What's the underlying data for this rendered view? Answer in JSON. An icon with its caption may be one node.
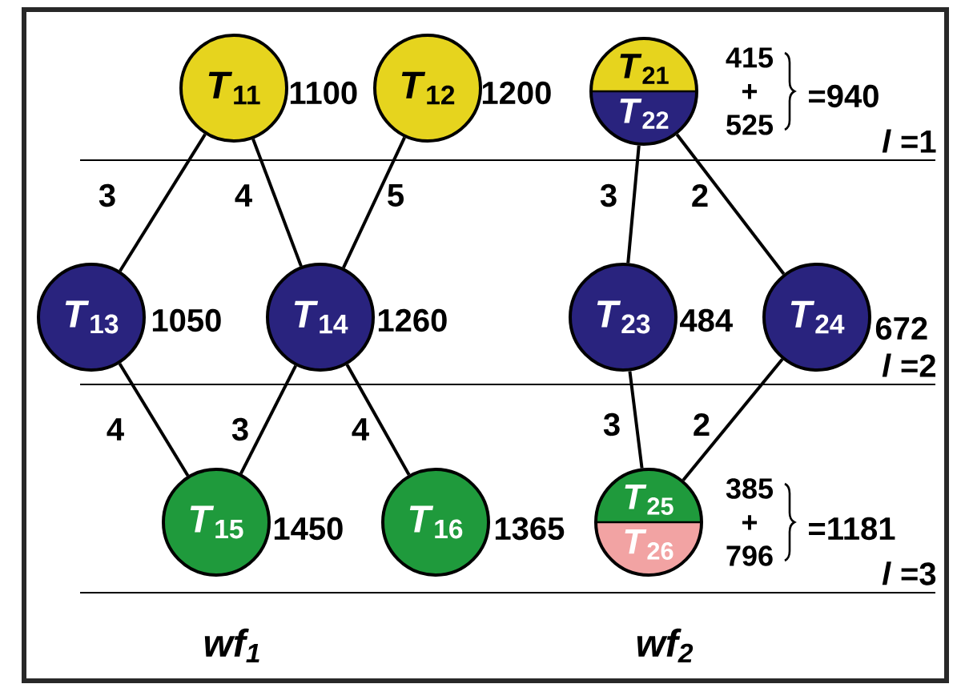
{
  "diagram": {
    "nodes": [
      {
        "text": [
          "*T*$_{11}$"
        ],
        "beside": [
          "1100"
        ]
      },
      {
        "text": [
          "*T*$_{12}$"
        ],
        "beside": [
          "1200"
        ]
      },
      {
        "text": [
          "*T*$_{21}$",
          "*T*$_{22}$"
        ],
        "beside": [
          "415 + 525",
          "=940"
        ]
      },
      {
        "text": [
          "*T*$_{13}$"
        ],
        "beside": [
          "1050"
        ]
      },
      {
        "text": [
          "*T*$_{14}$"
        ],
        "beside": [
          "1260"
        ]
      },
      {
        "text": [
          "*T*$_{23}$"
        ],
        "beside": [
          "484"
        ]
      },
      {
        "text": [
          "*T*$_{24}$"
        ],
        "beside": [
          "672"
        ]
      },
      {
        "text": [
          "*T*$_{15}$"
        ],
        "beside": [
          "1450"
        ]
      },
      {
        "text": [
          "*T*$_{16}$"
        ],
        "beside": [
          "1365"
        ]
      },
      {
        "text": [
          "*T*$_{25}$",
          "*T*$_{26}$"
        ],
        "beside": [
          "385 + 796",
          "=1181"
        ]
      }
    ],
    "edges": [
      {
        "from": 0,
        "to": 3,
        "arrow": "none",
        "label": "3"
      },
      {
        "from": 0,
        "to": 4,
        "arrow": "none",
        "label": "4"
      },
      {
        "from": 1,
        "to": 4,
        "arrow": "none",
        "label": "5"
      },
      {
        "from": 2,
        "to": 5,
        "arrow": "none",
        "label": "3"
      },
      {
        "from": 2,
        "to": 6,
        "arrow": "none",
        "label": "2"
      },
      {
        "from": 3,
        "to": 7,
        "arrow": "none",
        "label": "4"
      },
      {
        "from": 4,
        "to": 7,
        "arrow": "none",
        "label": "3"
      },
      {
        "from": 4,
        "to": 8,
        "arrow": "none",
        "label": "4"
      },
      {
        "from": 5,
        "to": 9,
        "arrow": "none",
        "label": "3"
      },
      {
        "from": 6,
        "to": 9,
        "arrow": "none",
        "label": "2"
      }
    ],
    "labels": [
      "*l* =1",
      "*l* =2",
      "*l* =3",
      "*wf*$_{1}$",
      "*wf*$_{2}$"
    ]
  }
}
